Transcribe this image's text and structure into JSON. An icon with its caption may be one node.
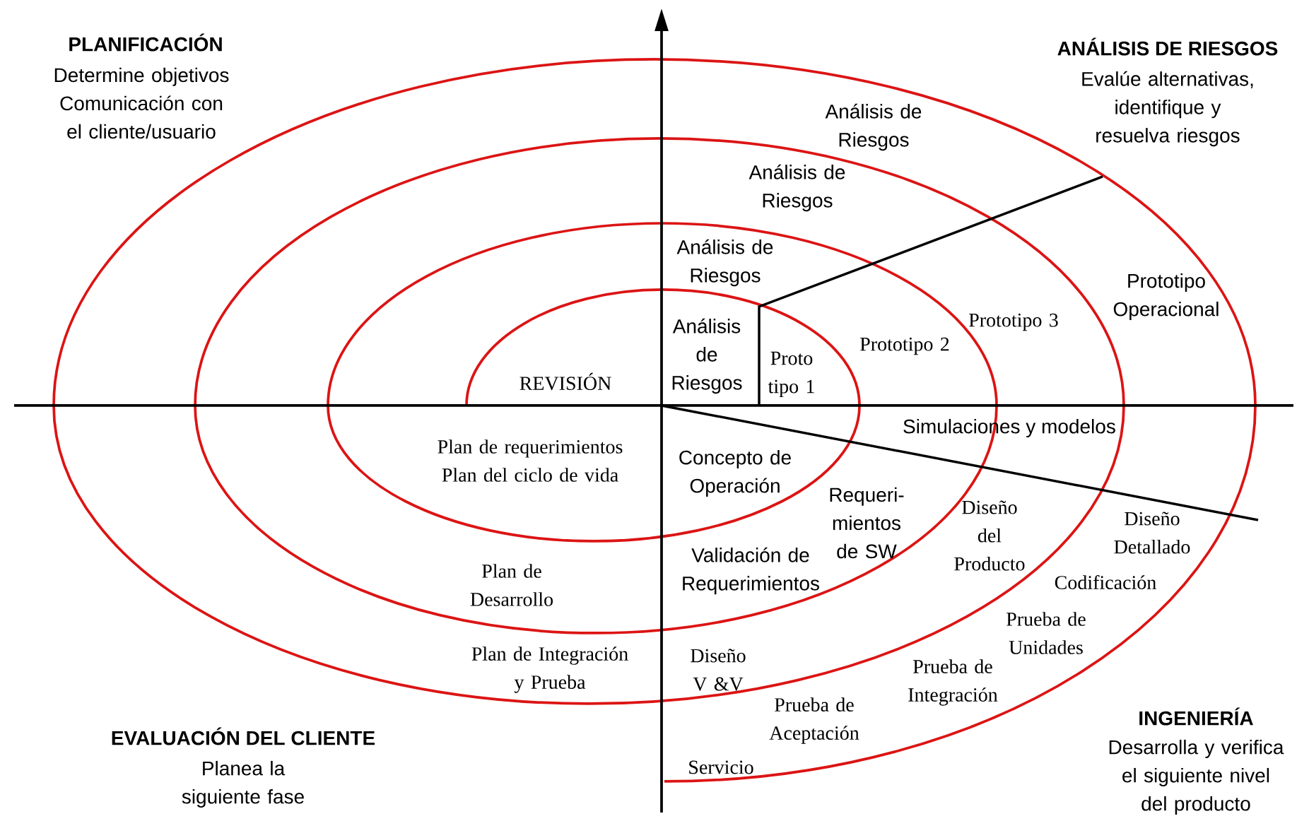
{
  "diagram": {
    "labels": [
      "PLANIFICACIÓN",
      "Determine objetivos Comunicación con el cliente/usuario",
      "ANÁLISIS DE RIESGOS",
      "Evalúe alternativas, identifique y resuelva riesgos",
      "Análisis de Riesgos",
      "Análisis de Riesgos",
      "Análisis de Riesgos",
      "Análisis de Riesgos",
      "Proto tipo 1",
      "Prototipo 2",
      "Prototipo 3",
      "Prototipo Operacional",
      "REVISIÓN",
      "Plan de requerimientos Plan del ciclo de vida",
      "Concepto de Operación",
      "Simulaciones y modelos",
      "Requeri- mientos de SW",
      "Diseño del Producto",
      "Diseño Detallado",
      "Plan de Desarrollo",
      "Validación de Requerimientos",
      "Codificación",
      "Prueba de Unidades",
      "Plan de Integración y Prueba",
      "Diseño V &V",
      "Prueba de Integración",
      "Prueba de Aceptación",
      "EVALUACIÓN DEL CLIENTE",
      "Planea la siguiente fase",
      "INGENIERÍA",
      "Desarrolla y verifica el siguiente nivel del producto",
      "Servicio"
    ]
  }
}
